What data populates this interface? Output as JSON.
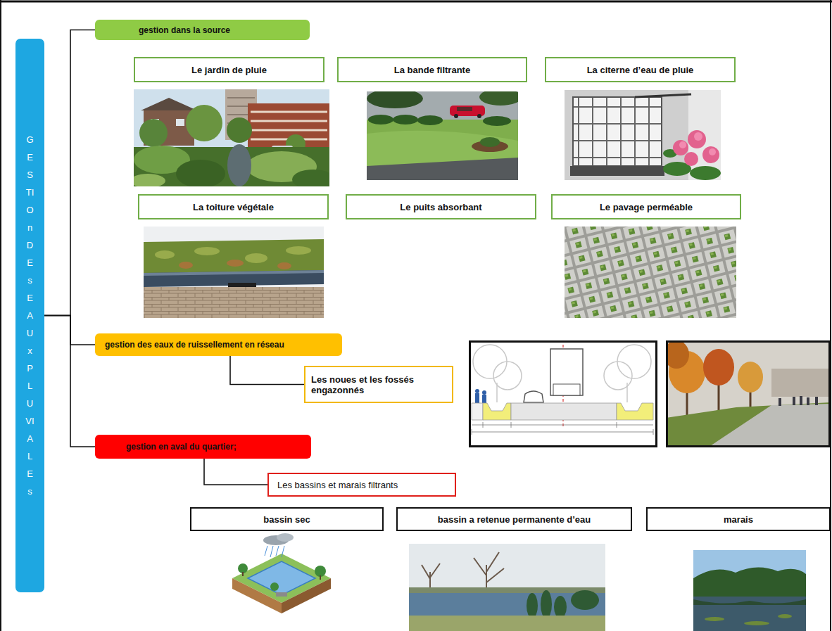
{
  "diagram": {
    "nodes": [
      {
        "text": [
          "GESTIOn DEs EAUxPLUVIALEs"
        ]
      },
      {
        "text": [
          "gestion dans la source"
        ]
      },
      {
        "text": [
          "Le jardin de pluie"
        ]
      },
      {
        "text": [
          "La bande filtrante"
        ]
      },
      {
        "text": [
          "La citerne d’eau de pluie"
        ]
      },
      {
        "text": [
          "La toiture végétale"
        ]
      },
      {
        "text": [
          "Le puits absorbant"
        ]
      },
      {
        "text": [
          "Le pavage perméable"
        ]
      },
      {
        "text": [
          "gestion des eaux de ruissellement en réseau"
        ]
      },
      {
        "text": [
          "Les noues et les fossés engazonnés"
        ]
      },
      {
        "text": [
          "gestion en aval du quartier;"
        ]
      },
      {
        "text": [
          "Les bassins et marais filtrants"
        ]
      },
      {
        "text": [
          "bassin sec"
        ]
      },
      {
        "text": [
          "bassin a retenue permanente d’eau"
        ]
      },
      {
        "text": [
          "marais"
        ]
      }
    ],
    "edges": [
      {
        "from": 0,
        "to": 1,
        "arrow": "none"
      },
      {
        "from": 0,
        "to": 8,
        "arrow": "none"
      },
      {
        "from": 0,
        "to": 10,
        "arrow": "none"
      },
      {
        "from": 8,
        "to": 9,
        "arrow": "none"
      },
      {
        "from": 10,
        "to": 11,
        "arrow": "none"
      }
    ]
  }
}
